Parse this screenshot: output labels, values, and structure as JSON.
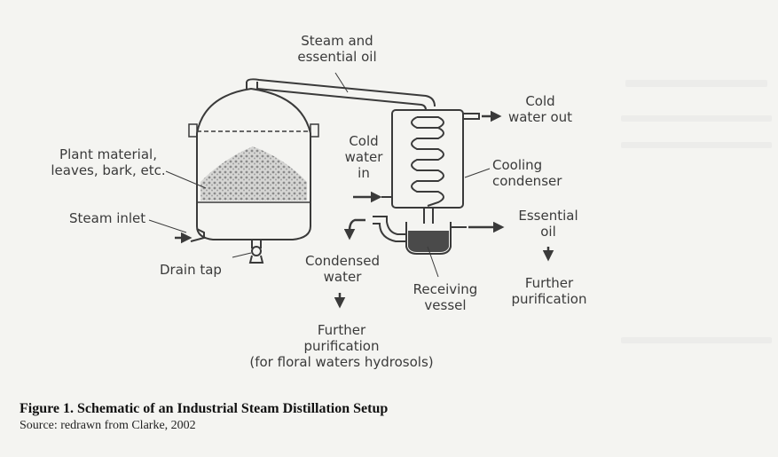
{
  "labels": {
    "steam_and_oil": [
      "Steam and",
      "essential oil"
    ],
    "plant_material": [
      "Plant material,",
      "leaves, bark, etc."
    ],
    "steam_inlet": "Steam inlet",
    "drain_tap": "Drain tap",
    "cold_water_out": [
      "Cold",
      "water out"
    ],
    "cold_water_in": [
      "Cold",
      "water",
      "in"
    ],
    "cooling_condenser": [
      "Cooling",
      "condenser"
    ],
    "essential_oil": [
      "Essential",
      "oil"
    ],
    "condensed_water": [
      "Condensed",
      "water"
    ],
    "receiving_vessel": [
      "Receiving",
      "vessel"
    ],
    "further_purification_right": [
      "Further",
      "purification"
    ],
    "further_purification_bottom": [
      "Further",
      "purification",
      "(for floral waters hydrosols)"
    ]
  },
  "caption": {
    "title": "Figure 1. Schematic of an Industrial Steam Distillation Setup",
    "source": "Source: redrawn from Clarke, 2002"
  },
  "colors": {
    "ink": "#3a3a3a",
    "paper": "#f4f4f1",
    "plant_fill": "#bdbdbd",
    "oil_fill": "#4a4a4a"
  }
}
